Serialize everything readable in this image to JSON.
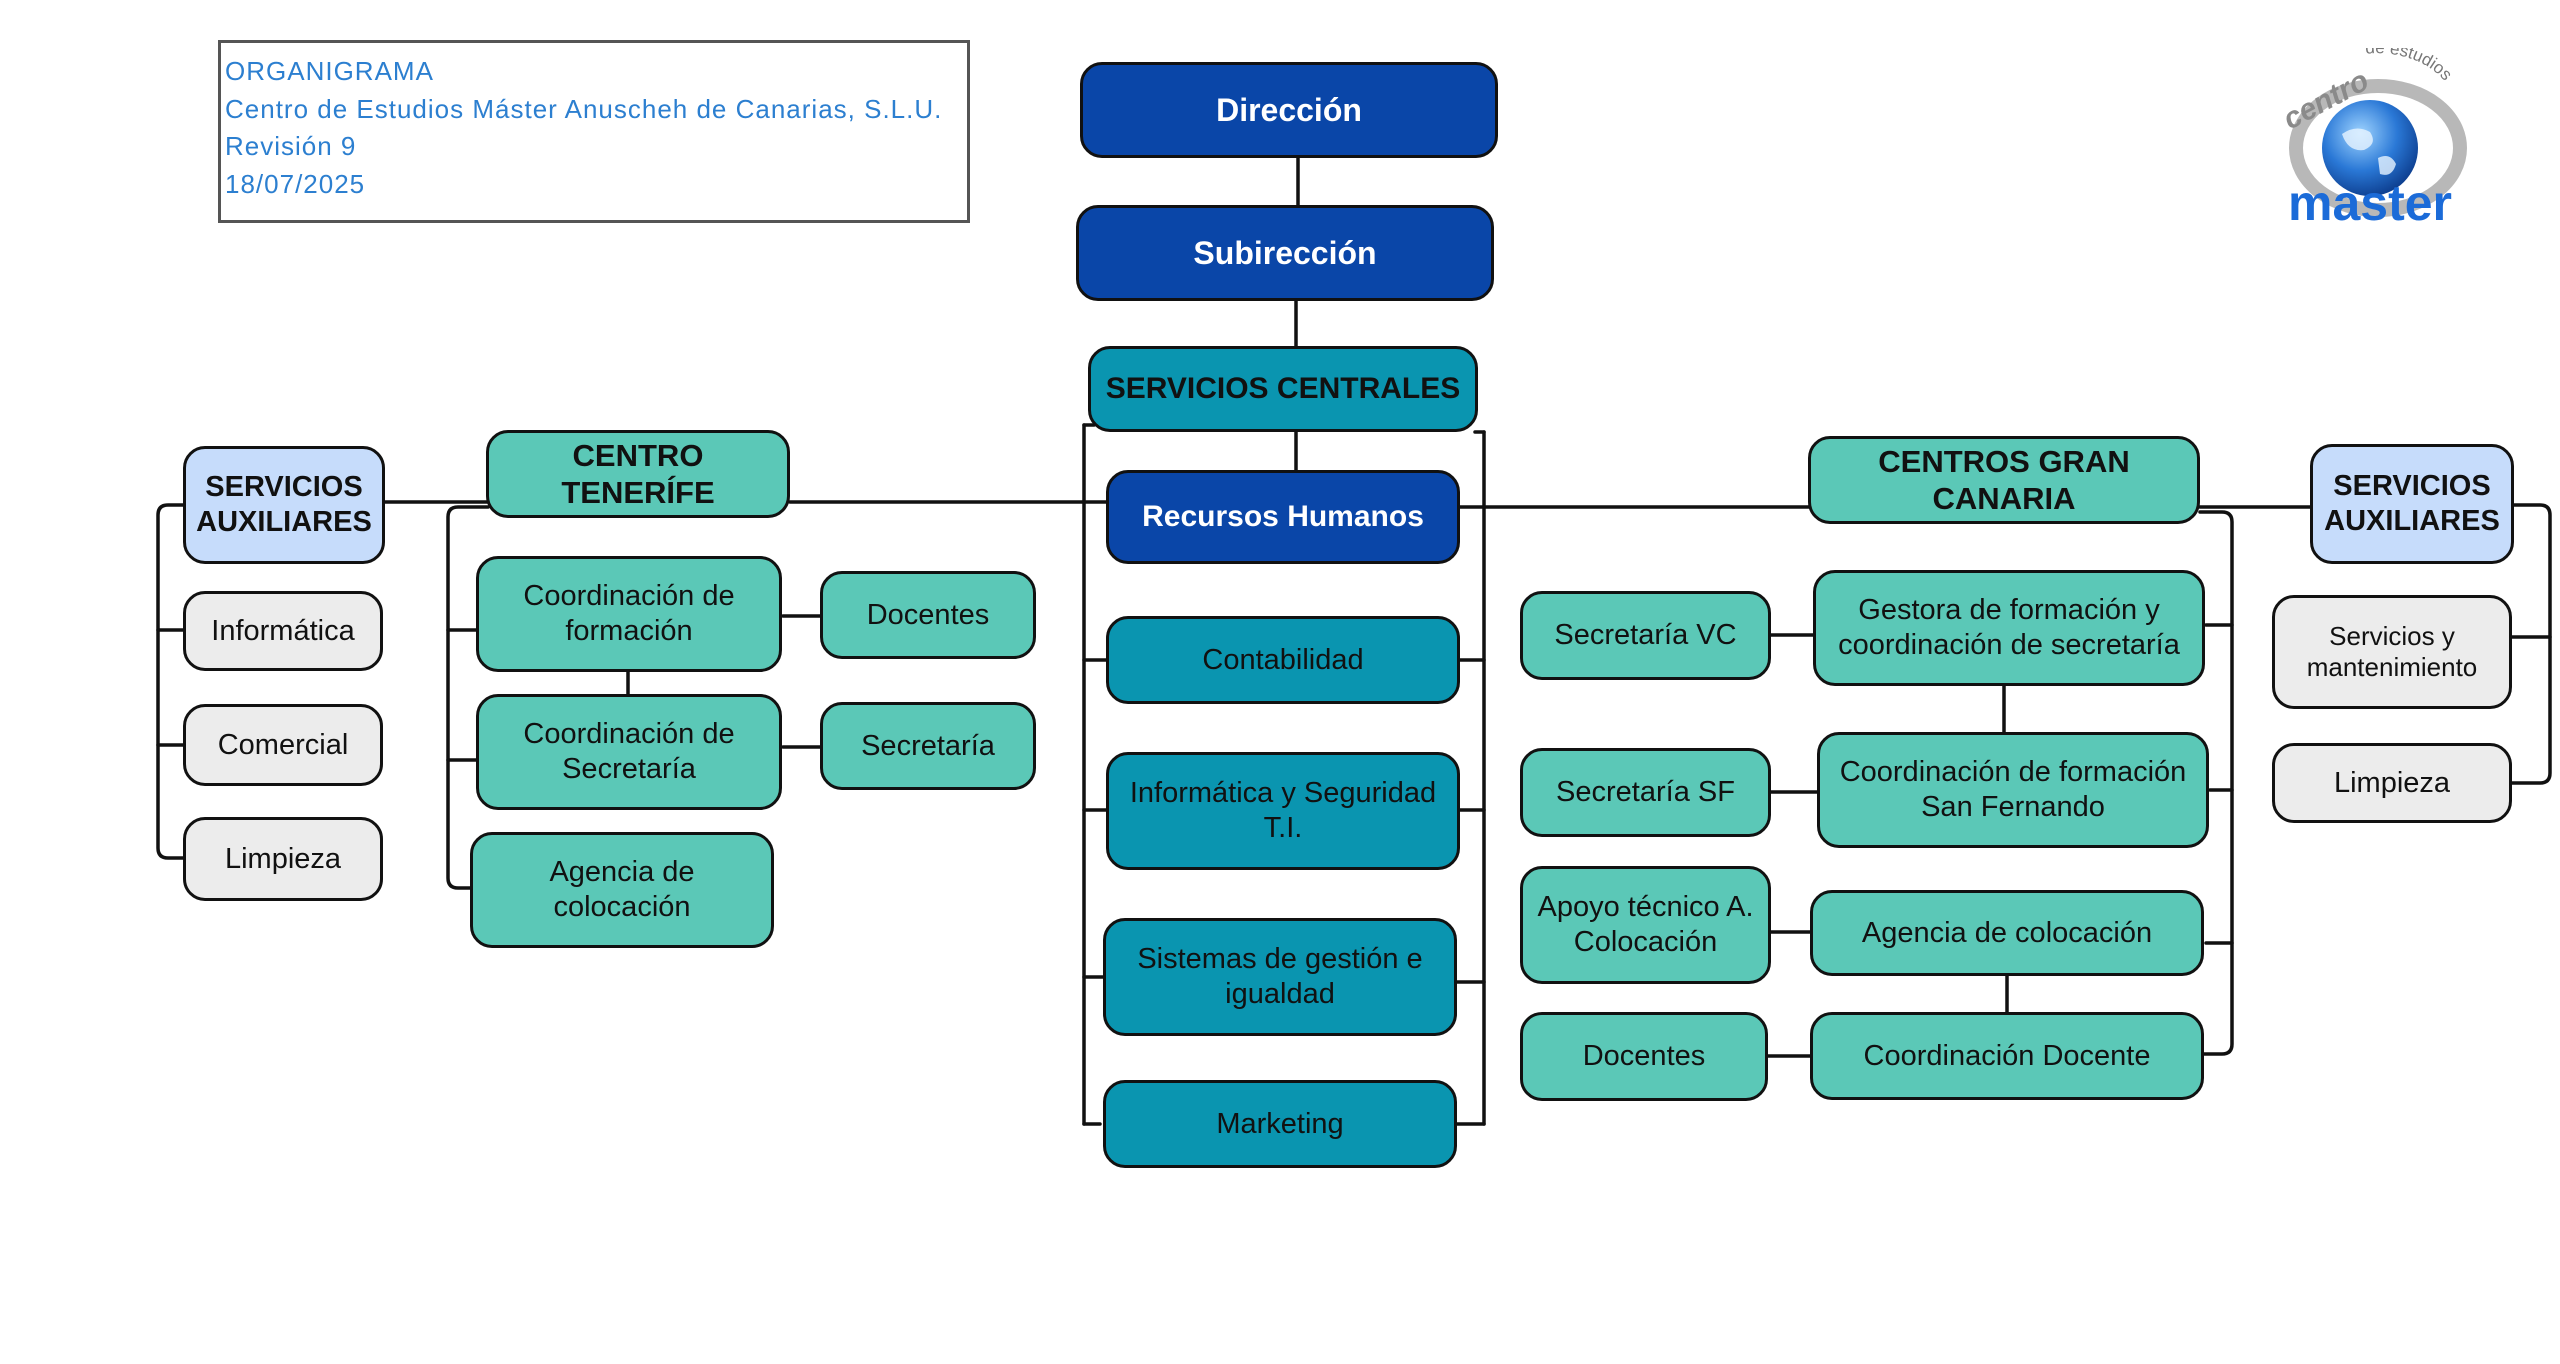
{
  "header": {
    "line1": "ORGANIGRAMA",
    "line2": "Centro de Estudios Máster Anuscheh de Canarias, S.L.U.",
    "line3": "Revisión 9",
    "line4": "18/07/2025"
  },
  "logo": {
    "top_text": "centro",
    "arc_text": "de estudios",
    "brand_text": "master"
  },
  "colors": {
    "dark_blue": "#0a46a8",
    "teal": "#5bc8b7",
    "mid_teal": "#0a95b0",
    "light_blue": "#c6dcfb",
    "grey": "#ececec",
    "header_text": "#2c7fd0"
  },
  "nodes": {
    "direccion": "Dirección",
    "subdireccion": "Subirección",
    "servicios_centrales": "SERVICIOS CENTRALES",
    "rrhh": "Recursos Humanos",
    "contabilidad": "Contabilidad",
    "informatica_seg": "Informática y Seguridad T.I.",
    "sistemas": "Sistemas de gestión e igualdad",
    "marketing": "Marketing",
    "aux_left": "SERVICIOS AUXILIARES",
    "aux_left_informatica": "Informática",
    "aux_left_comercial": "Comercial",
    "aux_left_limpieza": "Limpieza",
    "tenerife": "CENTRO TENERÍFE",
    "tf_coord_formacion": "Coordinación de formación",
    "tf_coord_secretaria": "Coordinación de Secretaría",
    "tf_agencia": "Agencia de colocación",
    "tf_docentes": "Docentes",
    "tf_secretaria": "Secretaría",
    "gran_canaria": "CENTROS GRAN CANARIA",
    "gc_gestora": "Gestora de formación y coordinación de secretaría",
    "gc_coord_sf": "Coordinación de formación San Fernando",
    "gc_agencia": "Agencia de colocación",
    "gc_coord_docente": "Coordinación Docente",
    "gc_secretaria_vc": "Secretaría VC",
    "gc_secretaria_sf": "Secretaría SF",
    "gc_apoyo": "Apoyo técnico A. Colocación",
    "gc_docentes": "Docentes",
    "aux_right": "SERVICIOS AUXILIARES",
    "aux_right_servicios": "Servicios y mantenimiento",
    "aux_right_limpieza": "Limpieza"
  }
}
